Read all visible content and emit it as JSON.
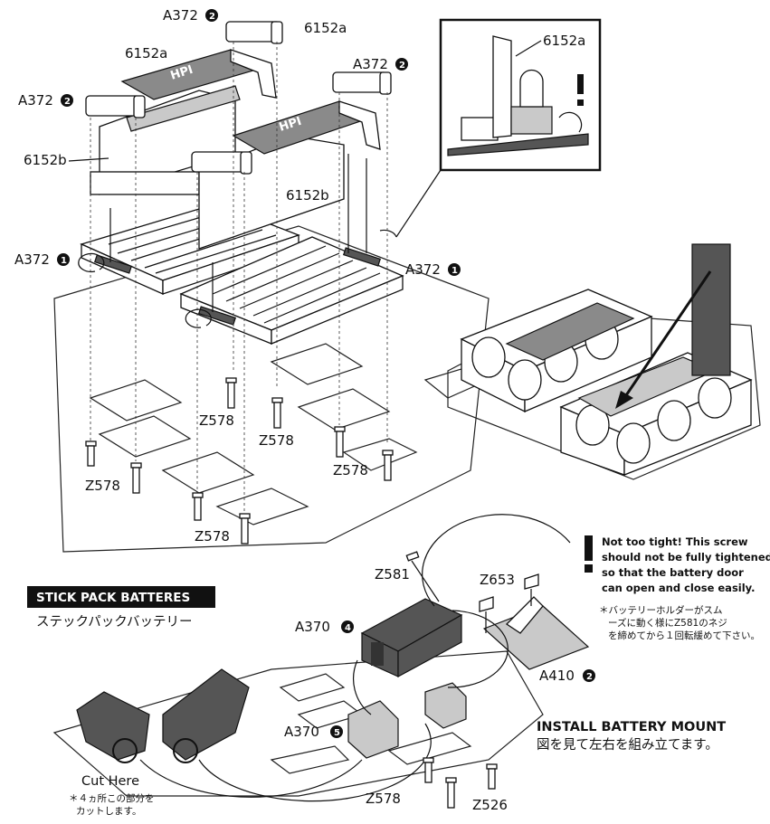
{
  "labels": {
    "a372_top": "A372",
    "a372_top_step": "2",
    "sticker_top": "6152a",
    "a372_topright": "A372",
    "a372_topright_step": "2",
    "a372_left": "A372",
    "a372_left_step": "2",
    "sticker_6152a_left": "6152a",
    "sticker_6152b_left": "6152b",
    "sticker_6152b_mid": "6152b",
    "a372_mountleft": "A372",
    "a372_mountleft_step": "1",
    "a372_mountright": "A372",
    "a372_mountright_step": "1",
    "inset_label": "6152a",
    "z578_1": "Z578",
    "z578_2": "Z578",
    "z578_3": "Z578",
    "z578_4": "Z578",
    "z578_5": "Z578",
    "z581": "Z581",
    "z653": "Z653",
    "a370_top": "A370",
    "a370_top_step": "4",
    "a370_bottom": "A370",
    "a370_bottom_step": "5",
    "a410": "A410",
    "a410_step": "2",
    "z578_bottom": "Z578",
    "z526": "Z526"
  },
  "stick_pack": {
    "banner": "STICK PACK BATTERES",
    "jp": "ステックパックバッテリー"
  },
  "warning": {
    "lines": [
      "Not too tight! This screw",
      "should not be fully tightened",
      "so that the battery door",
      "can open and close easily."
    ],
    "jp_lines": [
      "＊バッテリーホルダーがスム",
      "ーズに動く様にZ581のネジ",
      "を締めてから１回転緩めて下さい。"
    ]
  },
  "install": {
    "title": "INSTALL BATTERY MOUNT",
    "jp": "図を見て左右を組み立てます。"
  },
  "cut": {
    "label": "Cut Here",
    "jp_lines": [
      "＊４ヵ所この部分を",
      "カットします。"
    ]
  },
  "battery_sticker_text": "HPI"
}
